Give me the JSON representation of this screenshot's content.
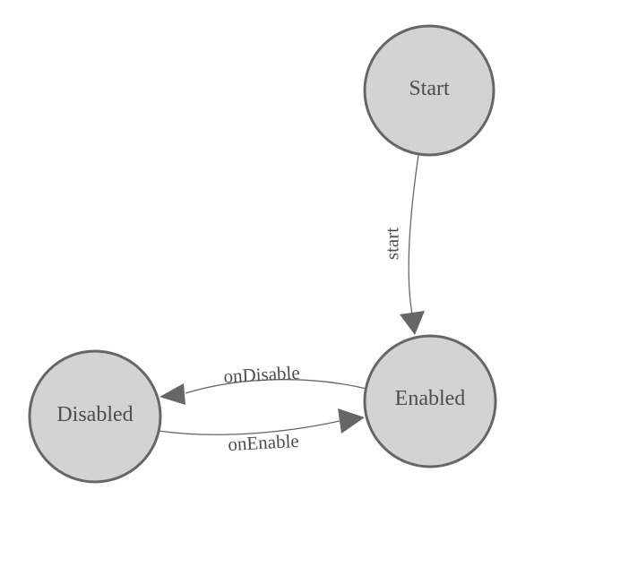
{
  "diagram": {
    "kind": "state-machine-diagram",
    "background_color": "#ffffff",
    "node_fill_color": "#d3d3d3",
    "node_border_color": "#666666",
    "edge_color": "#666666",
    "label_color": "#4d4d4d",
    "nodes": [
      {
        "label": "Start"
      },
      {
        "label": "Enabled"
      },
      {
        "label": "Disabled"
      }
    ],
    "edges": [
      {
        "label": "start",
        "from": "Start",
        "to": "Enabled"
      },
      {
        "label": "onDisable",
        "from": "Enabled",
        "to": "Disabled"
      },
      {
        "label": "onEnable",
        "from": "Disabled",
        "to": "Enabled"
      }
    ]
  }
}
